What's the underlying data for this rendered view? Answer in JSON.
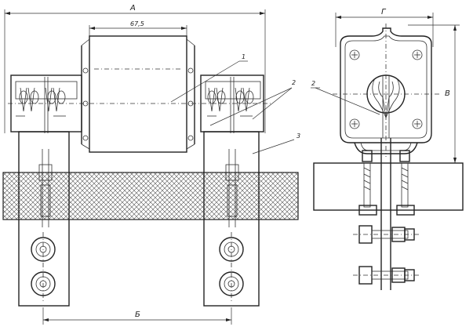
{
  "dimensions": {
    "a": "А",
    "b": "Б",
    "v": "В",
    "g": "Г",
    "d675": "67,5"
  },
  "callouts": {
    "c1": "1",
    "c2": "2",
    "c3": "3",
    "c2_side": "2"
  }
}
